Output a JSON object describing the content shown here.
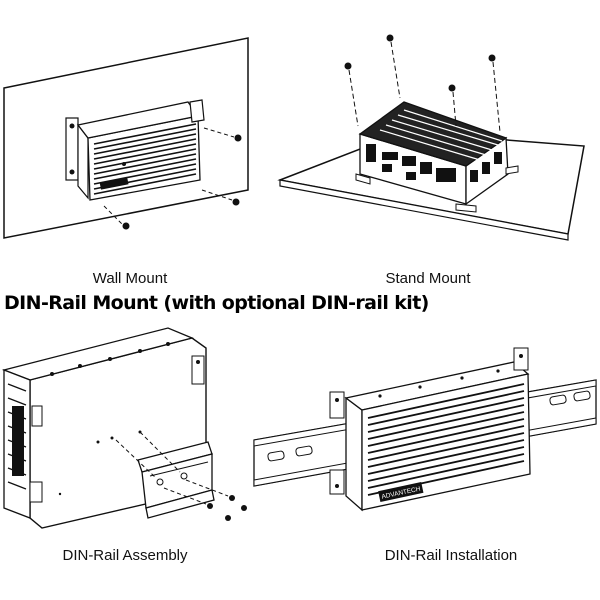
{
  "figure": {
    "section_heading": "DIN-Rail Mount (with optional DIN-rail kit)",
    "panels": {
      "wall_mount": {
        "caption": "Wall Mount"
      },
      "stand_mount": {
        "caption": "Stand Mount"
      },
      "din_rail_assembly": {
        "caption": "DIN-Rail Assembly"
      },
      "din_rail_installation": {
        "caption": "DIN-Rail Installation",
        "brand_plate": "ADVANTECH"
      }
    }
  }
}
